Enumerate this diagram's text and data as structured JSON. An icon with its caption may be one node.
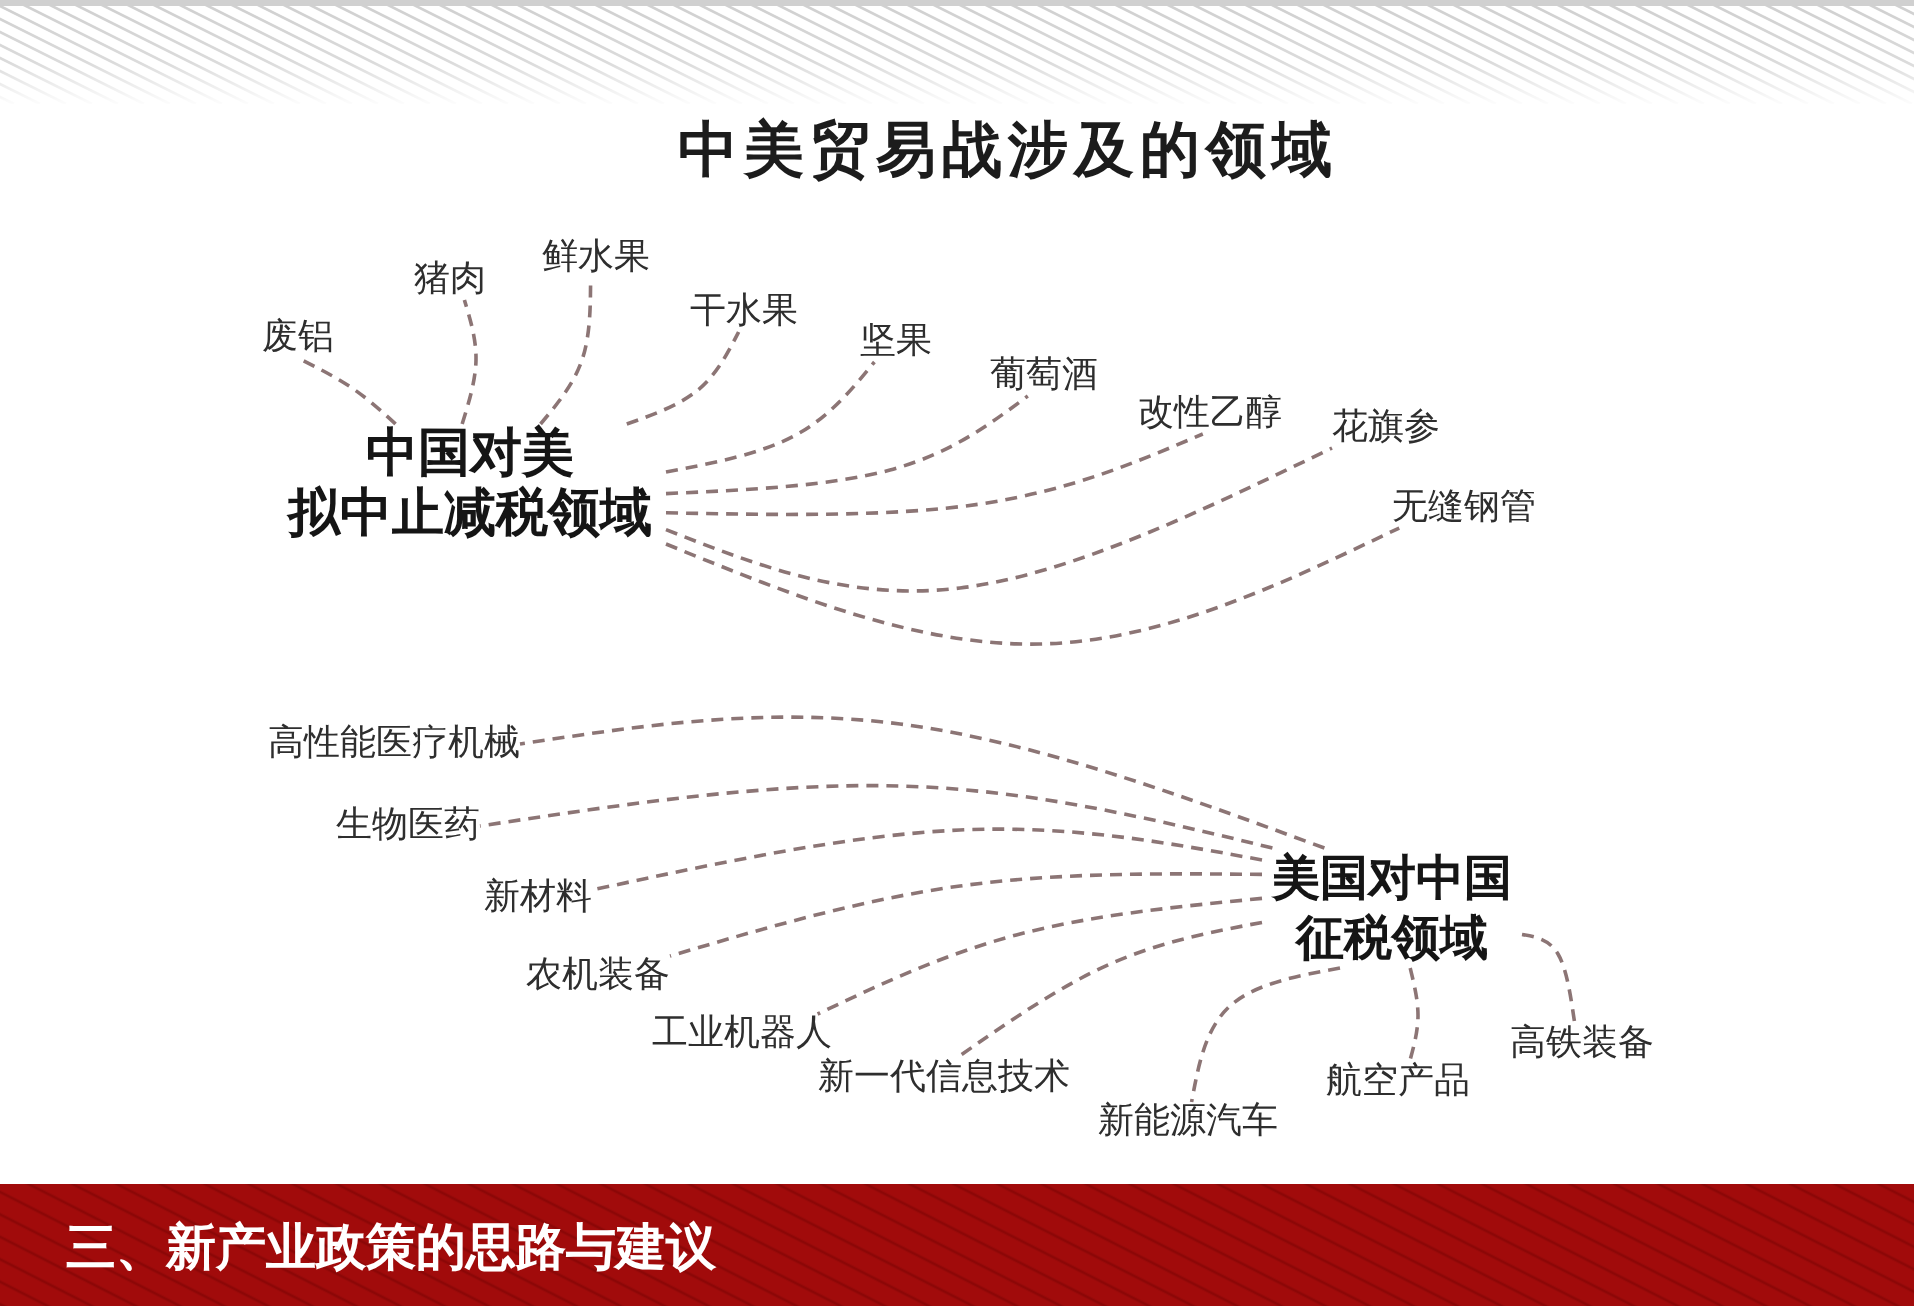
{
  "diagram": {
    "title": "中美贸易战涉及的领域",
    "nodes": [
      {
        "text": [
          "中国对美拟中止减税领域"
        ]
      },
      {
        "text": [
          "废铝"
        ]
      },
      {
        "text": [
          "猪肉"
        ]
      },
      {
        "text": [
          "鲜水果"
        ]
      },
      {
        "text": [
          "干水果"
        ]
      },
      {
        "text": [
          "坚果"
        ]
      },
      {
        "text": [
          "葡萄酒"
        ]
      },
      {
        "text": [
          "改性乙醇"
        ]
      },
      {
        "text": [
          "花旗参"
        ]
      },
      {
        "text": [
          "无缝钢管"
        ]
      },
      {
        "text": [
          "美国对中国征税领域"
        ]
      },
      {
        "text": [
          "高性能医疗机械"
        ]
      },
      {
        "text": [
          "生物医药"
        ]
      },
      {
        "text": [
          "新材料"
        ]
      },
      {
        "text": [
          "农机装备"
        ]
      },
      {
        "text": [
          "工业机器人"
        ]
      },
      {
        "text": [
          "新一代信息技术"
        ]
      },
      {
        "text": [
          "新能源汽车"
        ]
      },
      {
        "text": [
          "航空产品"
        ]
      },
      {
        "text": [
          "高铁装备"
        ]
      }
    ],
    "edges": [
      {
        "from": 0,
        "to": 1,
        "arrow": "none",
        "style": "dashed"
      },
      {
        "from": 0,
        "to": 2,
        "arrow": "none",
        "style": "dashed"
      },
      {
        "from": 0,
        "to": 3,
        "arrow": "none",
        "style": "dashed"
      },
      {
        "from": 0,
        "to": 4,
        "arrow": "none",
        "style": "dashed"
      },
      {
        "from": 0,
        "to": 5,
        "arrow": "none",
        "style": "dashed"
      },
      {
        "from": 0,
        "to": 6,
        "arrow": "none",
        "style": "dashed"
      },
      {
        "from": 0,
        "to": 7,
        "arrow": "none",
        "style": "dashed"
      },
      {
        "from": 0,
        "to": 8,
        "arrow": "none",
        "style": "dashed"
      },
      {
        "from": 0,
        "to": 9,
        "arrow": "none",
        "style": "dashed"
      },
      {
        "from": 10,
        "to": 11,
        "arrow": "none",
        "style": "dashed"
      },
      {
        "from": 10,
        "to": 12,
        "arrow": "none",
        "style": "dashed"
      },
      {
        "from": 10,
        "to": 13,
        "arrow": "none",
        "style": "dashed"
      },
      {
        "from": 10,
        "to": 14,
        "arrow": "none",
        "style": "dashed"
      },
      {
        "from": 10,
        "to": 15,
        "arrow": "none",
        "style": "dashed"
      },
      {
        "from": 10,
        "to": 16,
        "arrow": "none",
        "style": "dashed"
      },
      {
        "from": 10,
        "to": 17,
        "arrow": "none",
        "style": "dashed"
      },
      {
        "from": 10,
        "to": 18,
        "arrow": "none",
        "style": "dashed"
      },
      {
        "from": 10,
        "to": 19,
        "arrow": "none",
        "style": "dashed"
      }
    ],
    "labels": [
      "三、新产业政策的思路与建议"
    ]
  }
}
